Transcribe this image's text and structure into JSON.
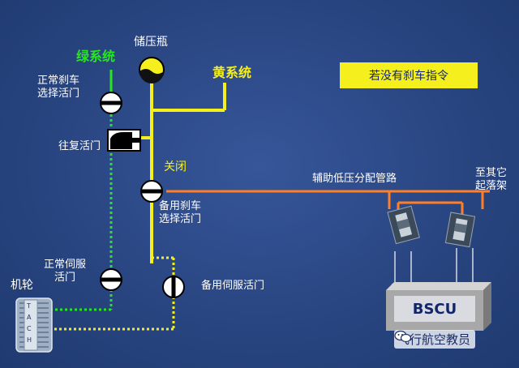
{
  "labels": {
    "accumulator": "储压瓶",
    "green_system": "绿系统",
    "yellow_system": "黄系统",
    "normal_brake_valve": "正常刹车\n选择活门",
    "shuttle_valve": "往复活门",
    "closed": "关闭",
    "alternate_brake_valve": "备用刹车\n选择活门",
    "aux_manifold": "辅助低压分配管路",
    "other_gear": "至其它\n起落架",
    "normal_servo_valve": "正常伺服\n活门",
    "alternate_servo_valve": "备用伺服活门",
    "wheel": "机轮",
    "tach": [
      "T",
      "A",
      "C",
      "H"
    ],
    "bscu": "BSCU",
    "note": "若没有刹车指令",
    "watermark": "飞行航空教员"
  },
  "colors": {
    "background": "#2a4a86",
    "green_line": "#27e61f",
    "yellow_line": "#f5ef1e",
    "electric_line": "#ff7f27",
    "signal_line": "#ffffff",
    "bscu_box": "#aaaaaa"
  },
  "icons": [
    "accumulator-icon",
    "valve-icon",
    "shuttle-valve-icon",
    "wheel-icon",
    "torque-motor-icon",
    "wechat-icon"
  ]
}
